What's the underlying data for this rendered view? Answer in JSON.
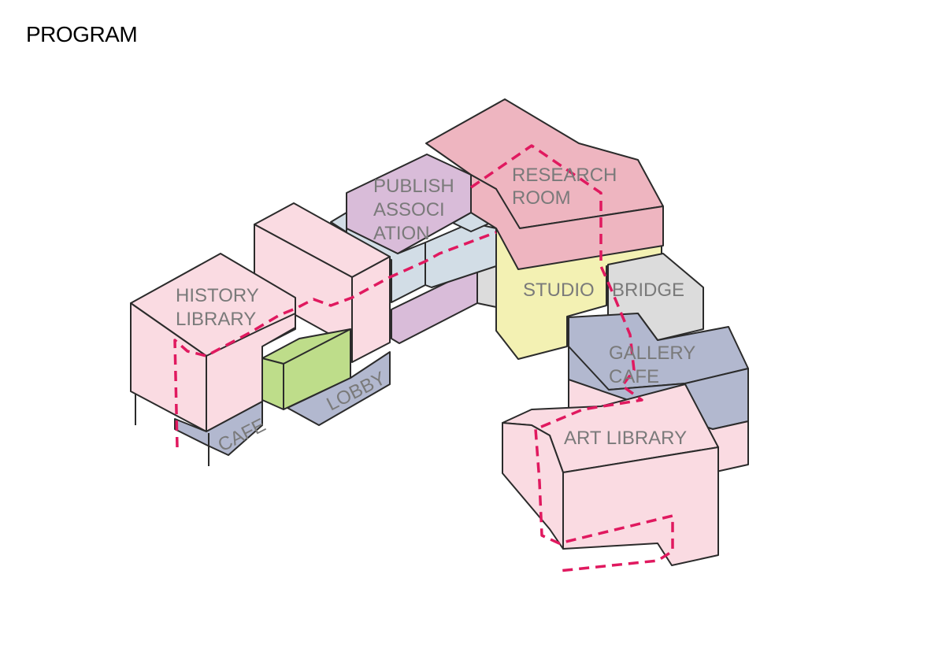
{
  "title": "PROGRAM",
  "colors": {
    "history_library": "#fadbe2",
    "research_room": "#eeb5c0",
    "art_library": "#fadbe2",
    "publish_association": "#d9bcd9",
    "light_blue": "#d2dde6",
    "lobby_cafe": "#b2b8cf",
    "green": "#bedd8a",
    "studio": "#f3f1b3",
    "bridge": "#dcdcdc",
    "gallery_cafe": "#b2b8cf",
    "circulation_route": "#e0195f",
    "edges": "#2b2b2b",
    "label_text": "#7a7a7a"
  },
  "labels": {
    "history_library": [
      "HISTORY",
      "LIBRARY"
    ],
    "publish_association": [
      "PUBLISH",
      "ASSOCI",
      "ATION"
    ],
    "research_room": [
      "RESEARCH",
      "ROOM"
    ],
    "studio": "STUDIO",
    "bridge": "BRIDGE",
    "gallery_cafe": [
      "GALLERY",
      "CAFE"
    ],
    "art_library": "ART LIBRARY",
    "lobby": "LOBBY",
    "cafe": "CAFE"
  }
}
